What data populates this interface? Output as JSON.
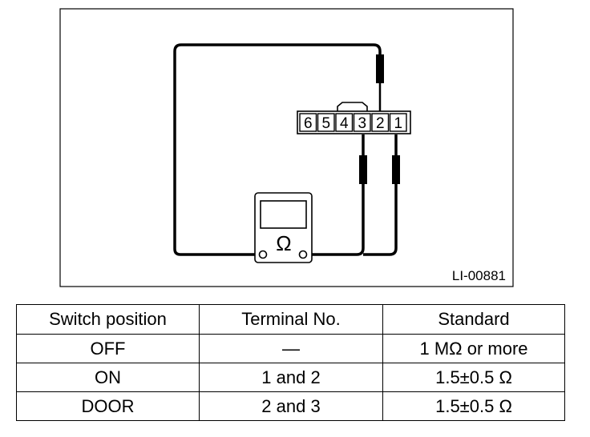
{
  "figure": {
    "figure_id": "LI-00881",
    "connector_terminals": [
      "6",
      "5",
      "4",
      "3",
      "2",
      "1"
    ],
    "meter_symbol": "Ω",
    "colors": {
      "line": "#000000",
      "background": "#ffffff"
    }
  },
  "table": {
    "headers": [
      "Switch position",
      "Terminal No.",
      "Standard"
    ],
    "rows": [
      [
        "OFF",
        "—",
        "1 MΩ or more"
      ],
      [
        "ON",
        "1 and 2",
        "1.5±0.5 Ω"
      ],
      [
        "DOOR",
        "2 and 3",
        "1.5±0.5 Ω"
      ]
    ]
  }
}
